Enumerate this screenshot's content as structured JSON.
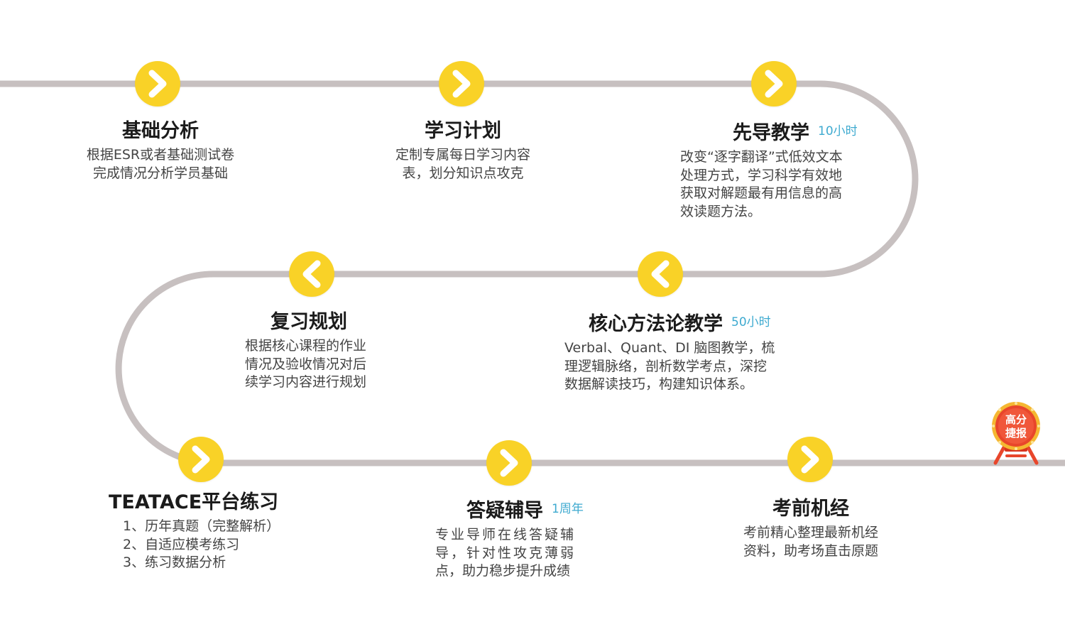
{
  "colors": {
    "track": "#c7c0c0",
    "marker": "#f9d227",
    "title": "#1b1b1b",
    "text": "#444444",
    "duration": "#3eaad0",
    "badge": "#e8462b"
  },
  "steps": [
    {
      "title": "基础分析",
      "duration": "",
      "direction": "right",
      "lines": [
        "根据ESR或者基础测试卷",
        "完成情况分析学员基础"
      ]
    },
    {
      "title": "学习计划",
      "duration": "",
      "direction": "right",
      "lines": [
        "定制专属每日学习内容",
        "表，划分知识点攻克"
      ]
    },
    {
      "title": "先导教学",
      "duration": "10小时",
      "direction": "right",
      "lines": [
        "改变“逐字翻译”式低效文本",
        "处理方式，学习科学有效地",
        "获取对解题最有用信息的高",
        "效读题方法。"
      ]
    },
    {
      "title": "复习规划",
      "duration": "",
      "direction": "left",
      "lines": [
        "根据核心课程的作业",
        "情况及验收情况对后",
        "续学习内容进行规划"
      ]
    },
    {
      "title": "核心方法论教学",
      "duration": "50小时",
      "direction": "left",
      "lines": [
        "Verbal、Quant、DI 脑图教学，梳",
        "理逻辑脉络，剖析数学考点，深挖",
        "数据解读技巧，构建知识体系。"
      ]
    },
    {
      "title": "TEATACE平台练习",
      "duration": "",
      "direction": "right",
      "lines": [
        "1、历年真题（完整解析）",
        "2、自适应模考练习",
        "3、练习数据分析"
      ]
    },
    {
      "title": "答疑辅导",
      "duration": "1周年",
      "direction": "right",
      "lines": [
        "专业导师在线答疑辅",
        "导，针对性攻克薄弱",
        "点，助力稳步提升成绩"
      ]
    },
    {
      "title": "考前机经",
      "duration": "",
      "direction": "right",
      "lines": [
        "考前精心整理最新机经",
        "资料，助考场直击原题"
      ]
    }
  ],
  "badge": {
    "line1": "高分",
    "line2": "捷报",
    "icon": "trophy-badge-icon"
  }
}
